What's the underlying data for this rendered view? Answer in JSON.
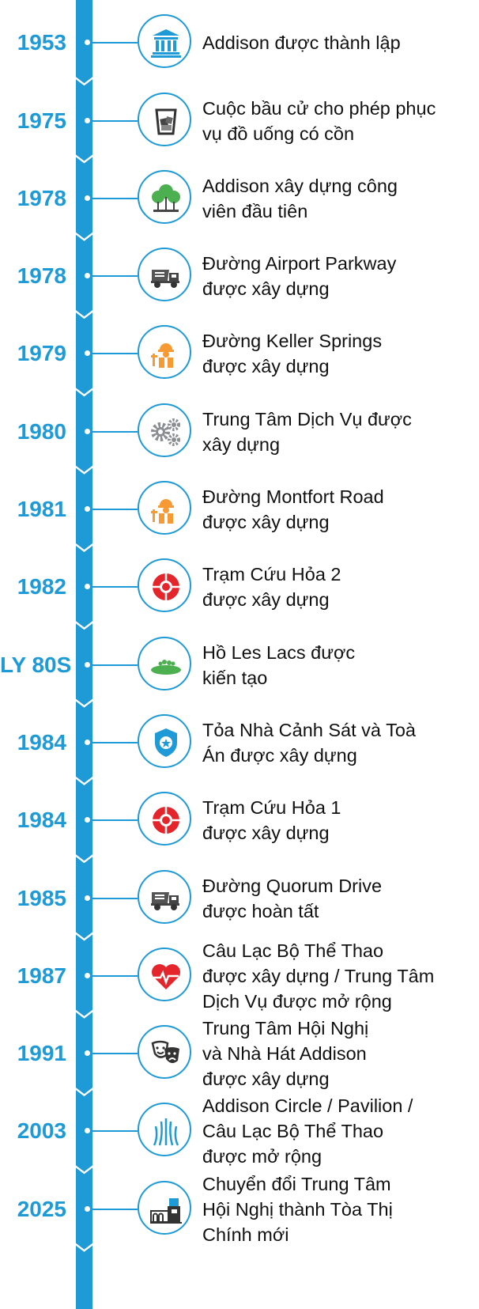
{
  "colors": {
    "accent": "#1e9ad6",
    "orange": "#f79a34",
    "green": "#4caf50",
    "red": "#e4252b",
    "gray": "#8a8d91"
  },
  "events": [
    {
      "year": "1953",
      "lines": [
        "Addison được thành lập"
      ],
      "icon": "courthouse-icon"
    },
    {
      "year": "1975",
      "lines": [
        "Cuộc bầu cử cho phép phục",
        "vụ đồ uống có cồn"
      ],
      "icon": "drink-glass-icon"
    },
    {
      "year": "1978",
      "lines": [
        "Addison xây dựng công",
        "viên đầu tiên"
      ],
      "icon": "park-trees-icon"
    },
    {
      "year": "1978",
      "lines": [
        "Đường Airport Parkway",
        "được xây dựng"
      ],
      "icon": "dump-truck-icon"
    },
    {
      "year": "1979",
      "lines": [
        "Đường Keller Springs",
        "được xây dựng"
      ],
      "icon": "construction-worker-icon"
    },
    {
      "year": "1980",
      "lines": [
        "Trung Tâm Dịch Vụ được",
        "xây dựng"
      ],
      "icon": "gears-icon"
    },
    {
      "year": "1981",
      "lines": [
        "Đường Montfort Road",
        "được xây dựng"
      ],
      "icon": "construction-worker-icon"
    },
    {
      "year": "1982",
      "lines": [
        "Trạm Cứu Hỏa 2",
        "được xây dựng"
      ],
      "icon": "fire-emblem-icon"
    },
    {
      "year": "LY 80S",
      "lines": [
        "Hồ Les Lacs được",
        "kiến tạo"
      ],
      "icon": "lake-icon"
    },
    {
      "year": "1984",
      "lines": [
        "Tỏa Nhà Cảnh Sát và Toà",
        "Án được xây dựng"
      ],
      "icon": "police-badge-icon"
    },
    {
      "year": "1984",
      "lines": [
        "Trạm Cứu Hỏa 1",
        "được xây dựng"
      ],
      "icon": "fire-emblem-icon"
    },
    {
      "year": "1985",
      "lines": [
        "Đường Quorum Drive",
        "được hoàn tất"
      ],
      "icon": "dump-truck-icon"
    },
    {
      "year": "1987",
      "lines": [
        "Câu Lạc Bộ Thể Thao",
        "được xây dựng / Trung Tâm",
        "Dịch Vụ được mở rộng"
      ],
      "icon": "heart-pulse-icon"
    },
    {
      "year": "1991",
      "lines": [
        "Trung Tâm Hội Nghị",
        "và Nhà Hát Addison",
        "được xây dựng"
      ],
      "icon": "theater-masks-icon"
    },
    {
      "year": "2003",
      "lines": [
        "Addison Circle / Pavilion /",
        "Câu Lạc Bộ Thể Thao",
        "được mở rộng"
      ],
      "icon": "fountain-icon"
    },
    {
      "year": "2025",
      "lines": [
        "Chuyển đổi Trung Tâm",
        "Hội Nghị thành Tòa Thị",
        "Chính mới"
      ],
      "icon": "city-hall-icon"
    }
  ]
}
